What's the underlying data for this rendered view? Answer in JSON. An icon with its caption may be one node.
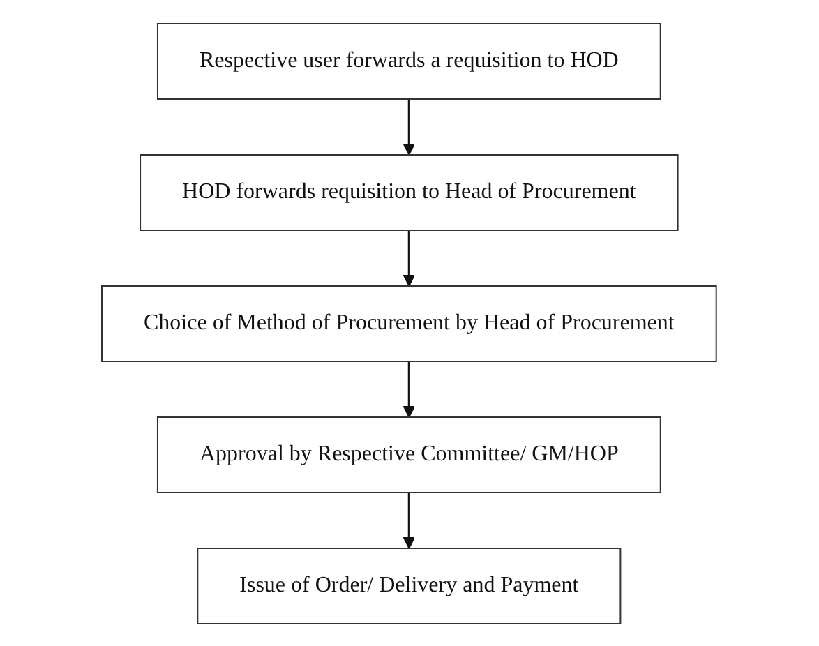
{
  "diagram": {
    "nodes": [
      {
        "text": [
          "Respective user forwards a requisition to HOD"
        ]
      },
      {
        "text": [
          "HOD forwards requisition to Head of Procurement"
        ]
      },
      {
        "text": [
          "Choice of Method of Procurement by Head of Procurement"
        ]
      },
      {
        "text": [
          "Approval by Respective Committee/ GM/HOP"
        ]
      },
      {
        "text": [
          "Issue of Order/ Delivery and Payment"
        ]
      }
    ],
    "edges": [
      {
        "from": 0,
        "to": 1,
        "arrow": "to"
      },
      {
        "from": 1,
        "to": 2,
        "arrow": "to"
      },
      {
        "from": 2,
        "to": 3,
        "arrow": "to"
      },
      {
        "from": 3,
        "to": 4,
        "arrow": "to"
      }
    ]
  }
}
